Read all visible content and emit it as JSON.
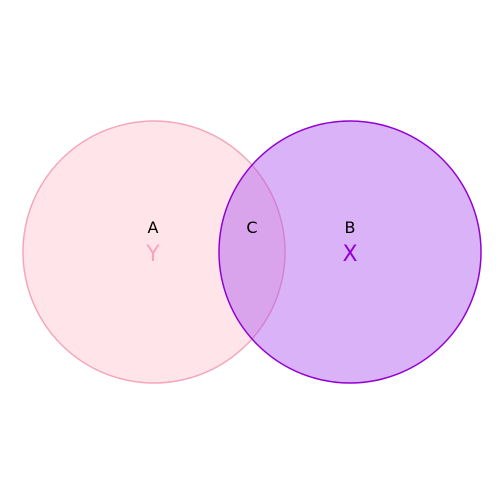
{
  "venn": {
    "sets": [
      {
        "id": "left",
        "name": "Y",
        "region_label": "A",
        "fill_color": "#ffc0cb",
        "stroke_color": "#f4a6bb",
        "label_color": "#f7a3bd"
      },
      {
        "id": "right",
        "name": "X",
        "region_label": "B",
        "fill_color": "#b25ff0",
        "stroke_color": "#9400d3",
        "label_color": "#9400d3"
      }
    ],
    "intersection_label": "C"
  }
}
